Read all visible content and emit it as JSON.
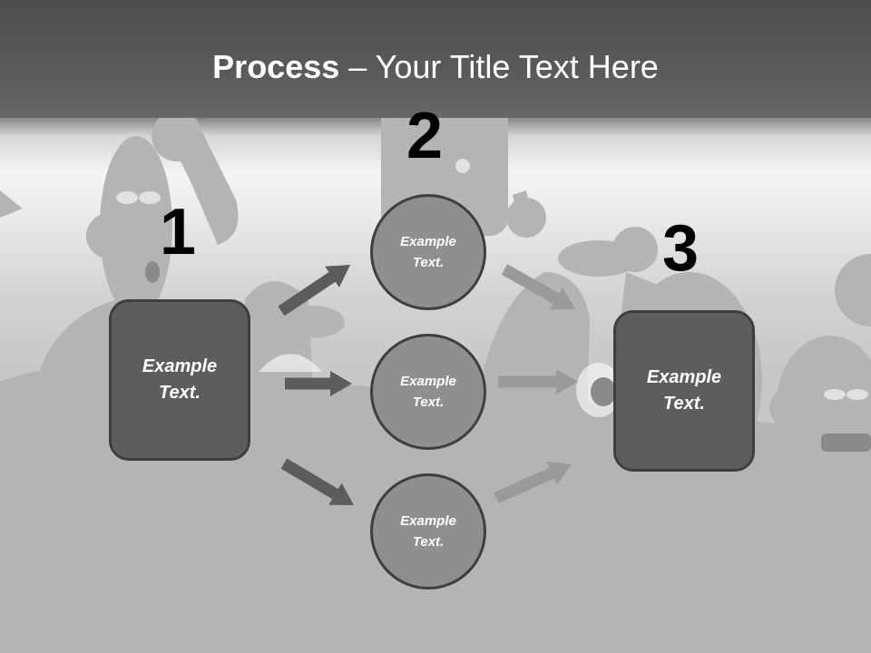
{
  "title": {
    "bold": "Process",
    "rest": " – Your Title Text Here"
  },
  "step_numbers": [
    "1",
    "2",
    "3"
  ],
  "left_box": {
    "text": "Example Text."
  },
  "circles": [
    {
      "text": "Example Text."
    },
    {
      "text": "Example Text."
    },
    {
      "text": "Example Text."
    }
  ],
  "right_box": {
    "text": "Example Text."
  },
  "colors": {
    "title_bar": "#5a5a5a",
    "box_fill": "#5d5d5d",
    "circle_fill": "#8f8f8f",
    "outline": "#3e3e3e",
    "arrow_dark": "#5c5c5c",
    "arrow_light": "#9a9a9a"
  }
}
